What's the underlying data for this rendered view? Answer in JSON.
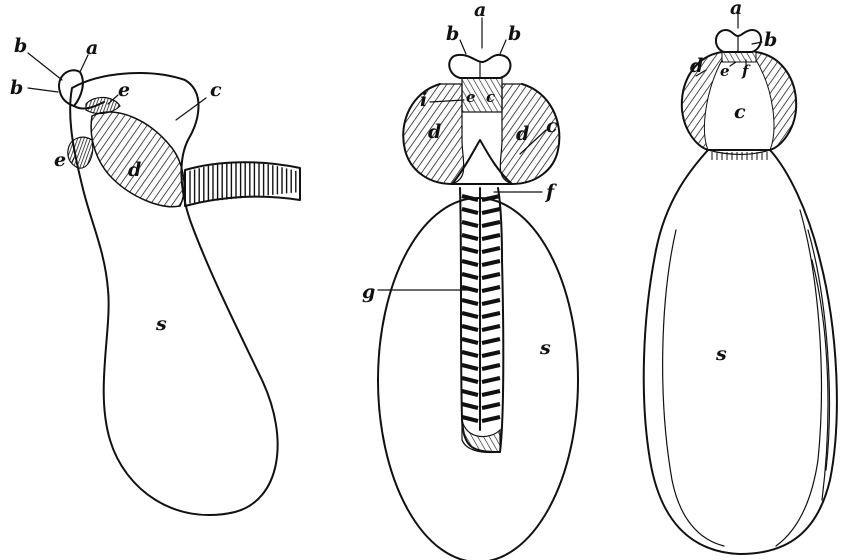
{
  "figures": [
    {
      "id": "left",
      "labels": [
        "b",
        "b",
        "a",
        "e",
        "c",
        "e",
        "d",
        "s"
      ]
    },
    {
      "id": "middle",
      "labels": [
        "a",
        "b",
        "b",
        "i",
        "e",
        "c",
        "c",
        "d",
        "d",
        "f",
        "g",
        "s"
      ]
    },
    {
      "id": "right",
      "labels": [
        "a",
        "b",
        "d",
        "e",
        "f",
        "c",
        "s"
      ]
    }
  ]
}
